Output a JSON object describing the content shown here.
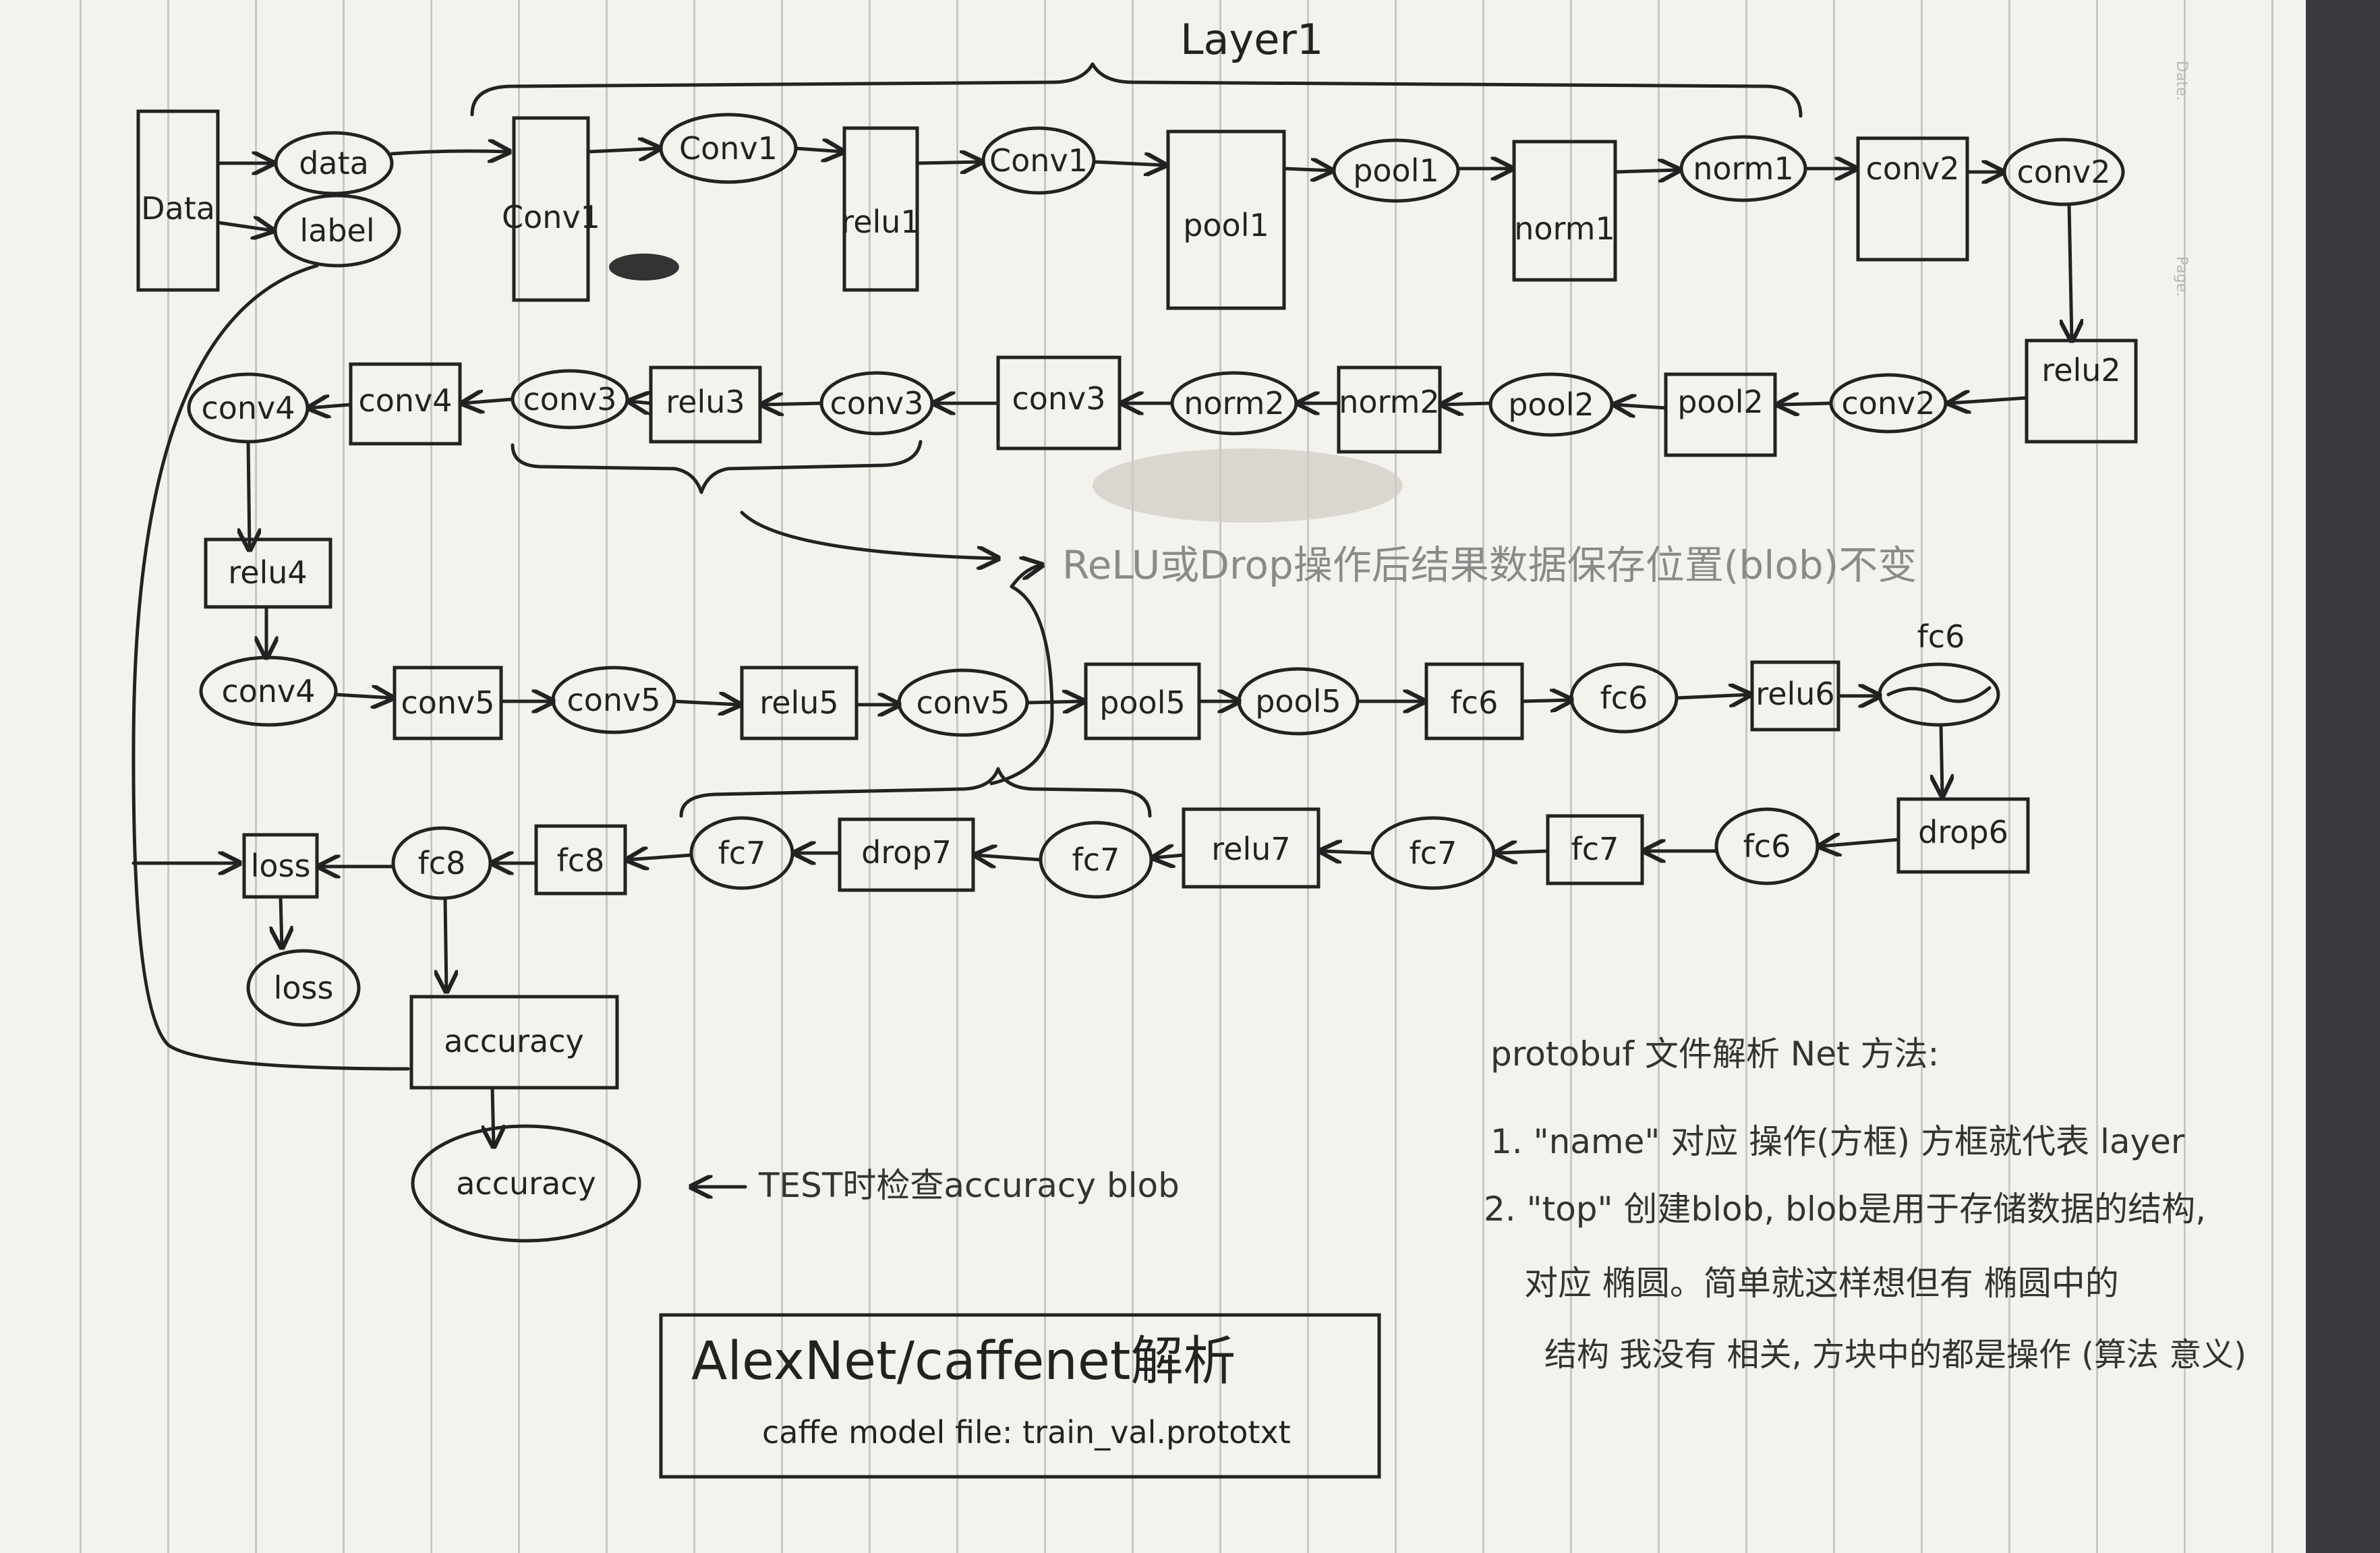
{
  "colors": {
    "paper": "#f4f2ec",
    "ink": "#222222",
    "pencil": "#8a8a8a"
  },
  "header": {
    "layer_label": "Layer1"
  },
  "margin_labels": {
    "date": "Date.",
    "page": "Page."
  },
  "nodes": {
    "data_box": "Data",
    "data_blob": "data",
    "label_blob": "label",
    "r1_conv1_box": "Conv1",
    "r1_conv1_blob": "Conv1",
    "r1_relu1_box": "relu1",
    "r1_conv1_blob_b": "Conv1",
    "r1_pool1_box": "pool1",
    "r1_pool1_blob": "pool1",
    "r1_norm1_box": "norm1",
    "r1_norm1_blob": "norm1",
    "r1_conv2_box": "conv2",
    "r1_conv2_blob": "conv2",
    "relu2_box": "relu2",
    "r2_conv2_blob": "conv2",
    "r2_pool2_box": "pool2",
    "r2_pool2_blob": "pool2",
    "r2_norm2_box": "norm2",
    "r2_norm2_blob": "norm2",
    "r2_conv3_box": "conv3",
    "r2_conv3_blob": "conv3",
    "r2_relu3_box": "relu3",
    "r2_conv3_blob_b": "conv3",
    "r2_conv4_box": "conv4",
    "r2_conv4_blob": "conv4",
    "relu4_box": "relu4",
    "r3_conv4_blob": "conv4",
    "r3_conv5_box": "conv5",
    "r3_conv5_blob": "conv5",
    "r3_relu5_box": "relu5",
    "r3_conv5_blob_b": "conv5",
    "r3_pool5_box": "pool5",
    "r3_pool5_blob": "pool5",
    "r3_fc6_box": "fc6",
    "r3_fc6_blob": "fc6",
    "r3_relu6_box": "relu6",
    "r3_fc6_blob_b": "fc6",
    "drop6_box": "drop6",
    "r4_fc6_blob": "fc6",
    "r4_fc7_box": "fc7",
    "r4_fc7_blob": "fc7",
    "r4_relu7_box": "relu7",
    "r4_fc7_blob_b": "fc7",
    "r4_drop7_box": "drop7",
    "r4_fc7_blob_c": "fc7",
    "r4_fc8_box": "fc8",
    "r4_fc8_blob": "fc8",
    "r4_loss_box": "loss",
    "loss_blob": "loss",
    "accuracy_box": "accuracy",
    "accuracy_blob": "accuracy"
  },
  "annotations": {
    "relu_drop_note": "ReLU或Drop操作后结果数据保存位置(blob)不变",
    "test_note": "TEST时检查accuracy blob"
  },
  "title_box": {
    "title": "AlexNet/caffenet解析",
    "subtitle": "caffe model file: train_val.prototxt"
  },
  "notes": {
    "heading": "protobuf 文件解析 Net 方法:",
    "line1": "1. \"name\" 对应 操作(方框) 方框就代表 layer",
    "line2a": "2. \"top\" 创建blob, blob是用于存储数据的结构,",
    "line2b": "对应 椭圆。简单就这样想但有 椭圆中的",
    "line2c": "结构 我没有 相关, 方块中的都是操作 (算法 意义)"
  }
}
